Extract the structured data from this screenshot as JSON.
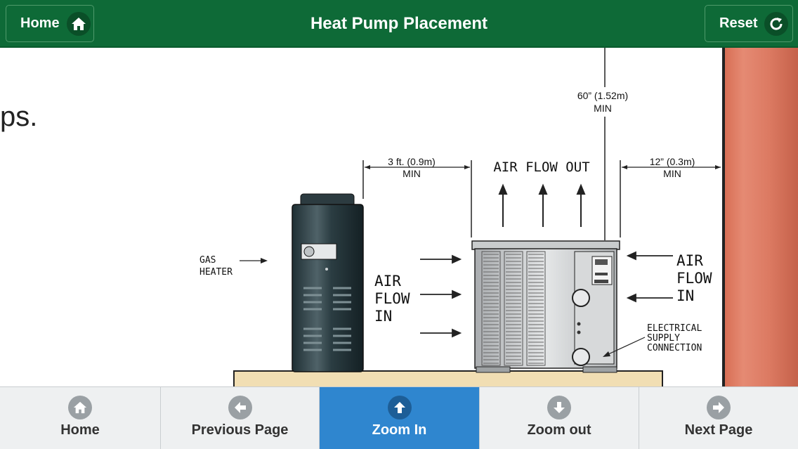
{
  "header": {
    "title": "Heat Pump Placement",
    "home_label": "Home",
    "reset_label": "Reset"
  },
  "content": {
    "text_fragment": "ps.",
    "diagram": {
      "clearance_top": [
        "60” (1.52m)",
        "MIN"
      ],
      "clearance_left": [
        "3 ft. (0.9m)",
        "MIN"
      ],
      "clearance_right": [
        "12” (0.3m)",
        "MIN"
      ],
      "air_flow_out": "AIR FLOW OUT",
      "air_flow_in_left": [
        "AIR",
        "FLOW",
        "IN"
      ],
      "air_flow_in_right": [
        "AIR",
        "FLOW",
        "IN"
      ],
      "gas_heater": [
        "GAS",
        "HEATER"
      ],
      "electrical": [
        "ELECTRICAL",
        "SUPPLY",
        "CONNECTION"
      ]
    }
  },
  "footer": {
    "tabs": [
      {
        "label": "Home",
        "icon": "home-icon"
      },
      {
        "label": "Previous Page",
        "icon": "arrow-left-icon"
      },
      {
        "label": "Zoom In",
        "icon": "arrow-up-icon",
        "active": true
      },
      {
        "label": "Zoom out",
        "icon": "arrow-down-icon"
      },
      {
        "label": "Next Page",
        "icon": "arrow-right-icon"
      }
    ]
  },
  "colors": {
    "header_green": "#0e6a37",
    "active_tab_blue": "#2f86cf",
    "wall_red": "#dc7a62"
  }
}
